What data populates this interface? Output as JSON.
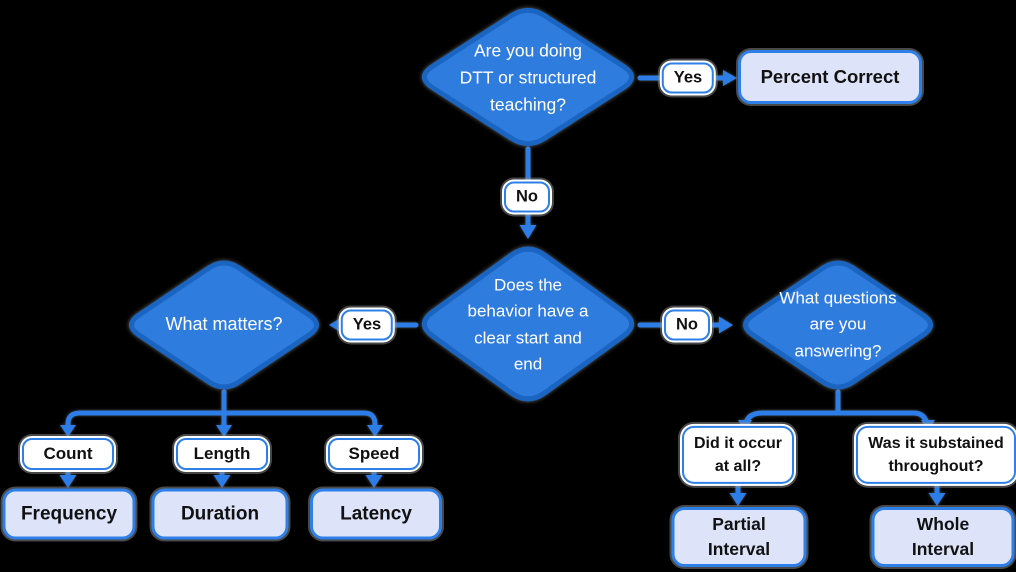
{
  "colors": {
    "canvas_bg": "#000000",
    "diamond_fill": "#2F7CDF",
    "diamond_border": "#1A64C2",
    "diamond_text": "#FFFFFF",
    "connector": "#2C7DE8",
    "pill_bg": "#FFFFFF",
    "pill_border": "#2E7FE8",
    "box_bg": "#DDE4FA",
    "box_border": "#2E7FE8",
    "node_text": "#111111"
  },
  "flowchart": {
    "decisions": {
      "dtt": {
        "label": [
          "Are you doing",
          "DTT or structured",
          "teaching?"
        ]
      },
      "clear_start_end": {
        "label": [
          "Does the",
          "behavior have a",
          "clear start and",
          "end"
        ]
      },
      "what_matters": {
        "label": "What matters?"
      },
      "what_questions": {
        "label": [
          "What questions",
          "are you",
          "answering?"
        ]
      }
    },
    "edge_labels": {
      "yes_top": "Yes",
      "no_top": "No",
      "yes_left": "Yes",
      "no_right": "No"
    },
    "branch_labels": {
      "count": "Count",
      "length": "Length",
      "speed": "Speed",
      "did_it_occur": [
        "Did it occur",
        "at all?"
      ],
      "sustained": [
        "Was it substained",
        "throughout?"
      ]
    },
    "outcomes": {
      "percent_correct": "Percent Correct",
      "frequency": "Frequency",
      "duration": "Duration",
      "latency": "Latency",
      "partial_interval": [
        "Partial",
        "Interval"
      ],
      "whole_interval": [
        "Whole",
        "Interval"
      ]
    }
  }
}
